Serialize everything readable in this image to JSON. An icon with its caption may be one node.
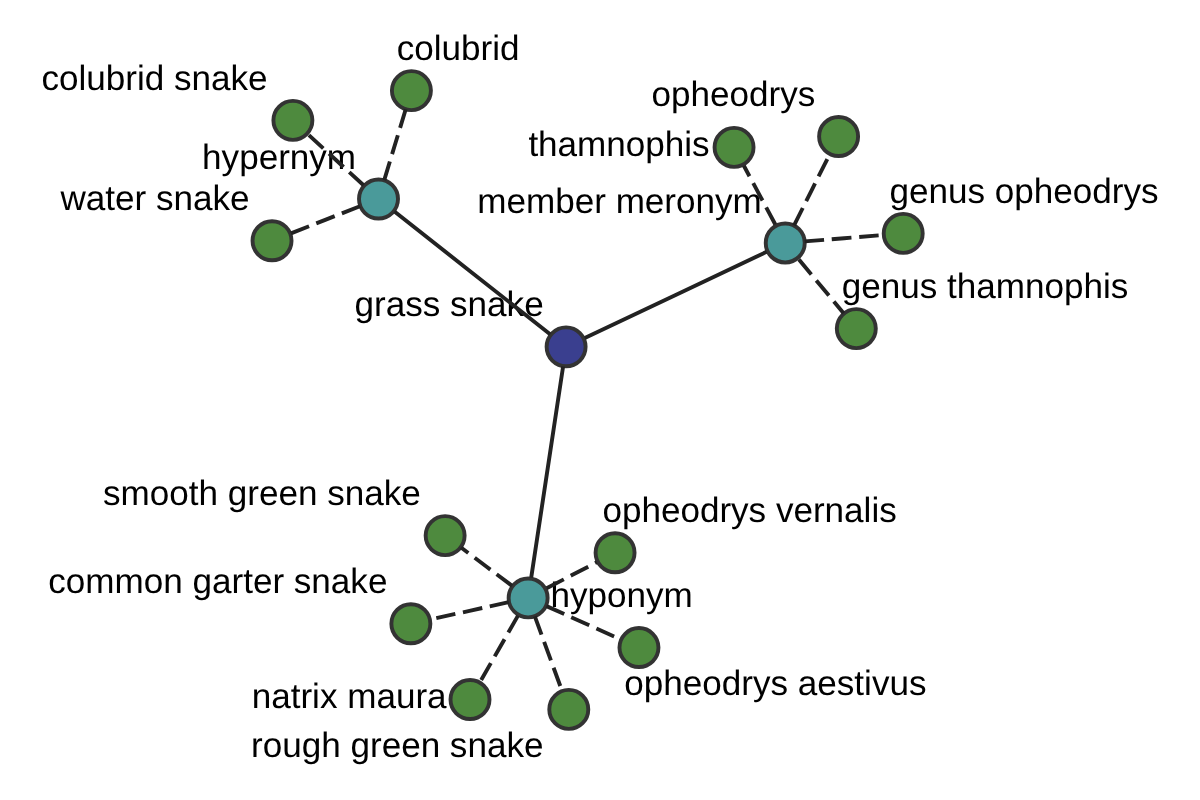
{
  "diagram": {
    "nodes": [
      {
        "text": [
          "grass snake"
        ]
      },
      {
        "text": [
          "hyponym"
        ]
      },
      {
        "text": [
          "member meronym"
        ]
      },
      {
        "text": [
          "hypernym"
        ]
      },
      {
        "text": [
          "opheodrys vernalis"
        ]
      },
      {
        "text": [
          "smooth green snake"
        ]
      },
      {
        "text": [
          "common garter snake"
        ]
      },
      {
        "text": [
          "opheodrys aestivus"
        ]
      },
      {
        "text": [
          "natrix maura"
        ]
      },
      {
        "text": [
          "rough green snake"
        ]
      },
      {
        "text": [
          "opheodrys"
        ]
      },
      {
        "text": [
          "thamnophis"
        ]
      },
      {
        "text": [
          "genus thamnophis"
        ]
      },
      {
        "text": [
          "genus opheodrys"
        ]
      },
      {
        "text": [
          "colubrid snake"
        ]
      },
      {
        "text": [
          "water snake"
        ]
      },
      {
        "text": [
          "colubrid"
        ]
      }
    ],
    "edges": [
      {
        "from": 0,
        "to": 1,
        "arrow": "none"
      },
      {
        "from": 0,
        "to": 2,
        "arrow": "none"
      },
      {
        "from": 0,
        "to": 3,
        "arrow": "none"
      },
      {
        "from": 1,
        "to": 4,
        "arrow": "none",
        "style": "dashed"
      },
      {
        "from": 1,
        "to": 5,
        "arrow": "none",
        "style": "dashed"
      },
      {
        "from": 1,
        "to": 6,
        "arrow": "none",
        "style": "dashed"
      },
      {
        "from": 1,
        "to": 7,
        "arrow": "none",
        "style": "dashed"
      },
      {
        "from": 1,
        "to": 8,
        "arrow": "none",
        "style": "dashed"
      },
      {
        "from": 1,
        "to": 9,
        "arrow": "none",
        "style": "dashed"
      },
      {
        "from": 2,
        "to": 10,
        "arrow": "none",
        "style": "dashed"
      },
      {
        "from": 2,
        "to": 11,
        "arrow": "none",
        "style": "dashed"
      },
      {
        "from": 2,
        "to": 12,
        "arrow": "none",
        "style": "dashed"
      },
      {
        "from": 2,
        "to": 13,
        "arrow": "none",
        "style": "dashed"
      },
      {
        "from": 3,
        "to": 14,
        "arrow": "none",
        "style": "dashed"
      },
      {
        "from": 3,
        "to": 15,
        "arrow": "none",
        "style": "dashed"
      },
      {
        "from": 3,
        "to": 16,
        "arrow": "none",
        "style": "dashed"
      }
    ]
  }
}
